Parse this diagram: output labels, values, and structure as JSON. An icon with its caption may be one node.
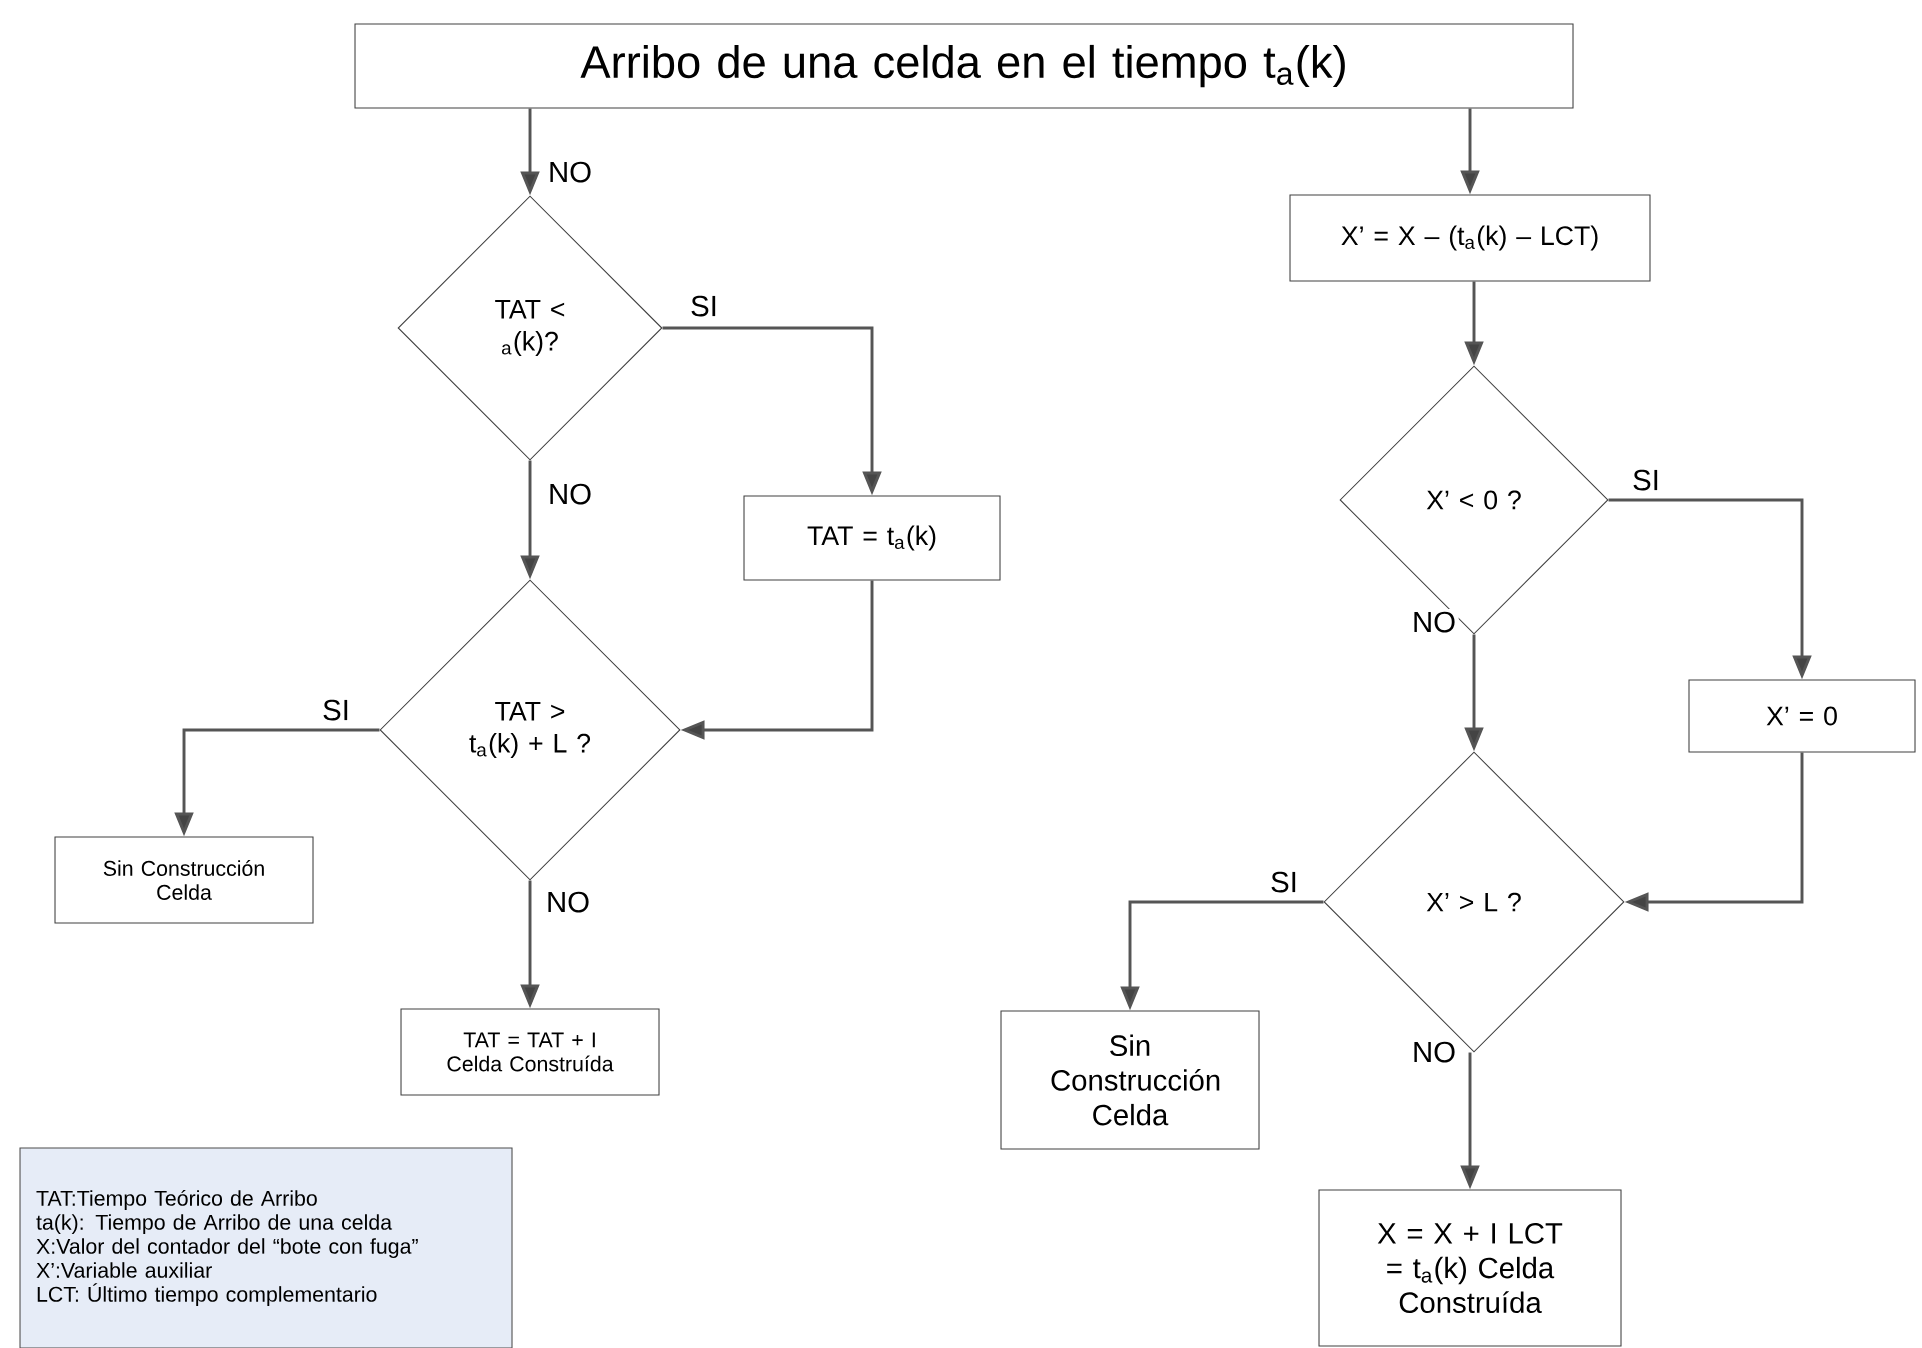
{
  "diagram": {
    "nodes": [
      {
        "text": [
          "Arribo de una celda en el tiempo t$_{a}$(k)"
        ]
      },
      {
        "text": [
          "TAT < $_{a}$(k)?"
        ]
      },
      {
        "text": [
          "TAT = t$_{a}$(k)"
        ]
      },
      {
        "text": [
          "TAT > t$_{a}$(k) + L ?"
        ]
      },
      {
        "text": [
          "Sin Construcción Celda"
        ]
      },
      {
        "text": [
          "TAT = TAT + I Celda Construída"
        ]
      },
      {
        "text": [
          "X’ = X – (t$_{a}$(k) – LCT)"
        ]
      },
      {
        "text": [
          "X’ < 0 ?"
        ]
      },
      {
        "text": [
          "X’ = 0"
        ]
      },
      {
        "text": [
          "X’ > L ?"
        ]
      },
      {
        "text": [
          "Sin Construcción Celda"
        ]
      },
      {
        "text": [
          "X = X + I LCT = t$_{a}$(k) Celda Construída"
        ]
      },
      {
        "text": [
          "TAT:Tiempo Teórico de Arribo",
          "ta(k): Tiempo de Arribo de una celda",
          "X:Valor del contador del “bote con fuga”",
          "X’:Variable auxiliar",
          "LCT: Último tiempo complementario"
        ]
      }
    ],
    "edges": [
      {
        "from": 0,
        "to": 1,
        "arrow": "to",
        "label": "NO"
      },
      {
        "from": 1,
        "to": 2,
        "arrow": "to",
        "label": "SI"
      },
      {
        "from": 1,
        "to": 3,
        "arrow": "to",
        "label": "NO"
      },
      {
        "from": 2,
        "to": 3,
        "arrow": "to"
      },
      {
        "from": 3,
        "to": 4,
        "arrow": "to",
        "label": "SI"
      },
      {
        "from": 3,
        "to": 5,
        "arrow": "to",
        "label": "NO"
      },
      {
        "from": 0,
        "to": 6,
        "arrow": "to"
      },
      {
        "from": 6,
        "to": 7,
        "arrow": "to"
      },
      {
        "from": 7,
        "to": 8,
        "arrow": "to",
        "label": "SI"
      },
      {
        "from": 7,
        "to": 9,
        "arrow": "to",
        "label": "NO"
      },
      {
        "from": 8,
        "to": 9,
        "arrow": "to"
      },
      {
        "from": 9,
        "to": 10,
        "arrow": "to",
        "label": "SI"
      },
      {
        "from": 9,
        "to": 11,
        "arrow": "to",
        "label": "NO"
      }
    ]
  }
}
